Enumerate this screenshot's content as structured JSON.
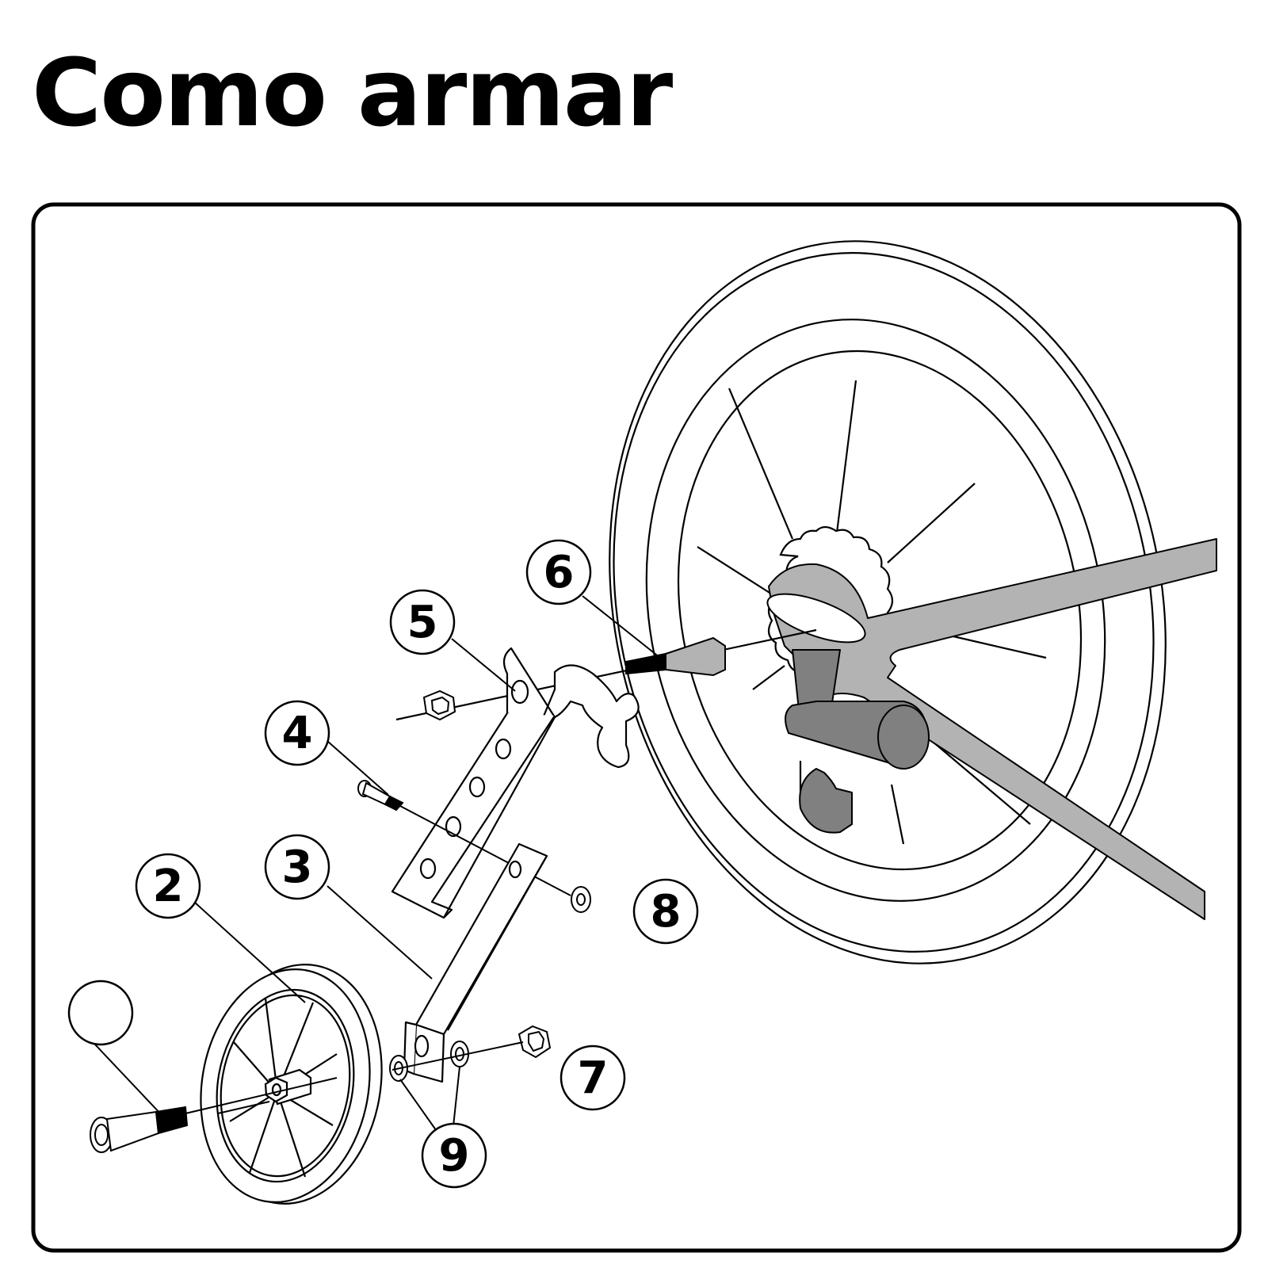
{
  "title": "Como armar",
  "callouts": [
    {
      "id": "callout-2",
      "label": "2"
    },
    {
      "id": "callout-3",
      "label": "3"
    },
    {
      "id": "callout-4",
      "label": "4"
    },
    {
      "id": "callout-5",
      "label": "5"
    },
    {
      "id": "callout-6",
      "label": "6"
    },
    {
      "id": "callout-7",
      "label": "7"
    },
    {
      "id": "callout-8",
      "label": "8"
    },
    {
      "id": "callout-9",
      "label": "9"
    }
  ],
  "colors": {
    "line": "#000000",
    "part_fill": "#b3b3b3",
    "dark_part_fill": "#808080",
    "background": "#ffffff"
  }
}
